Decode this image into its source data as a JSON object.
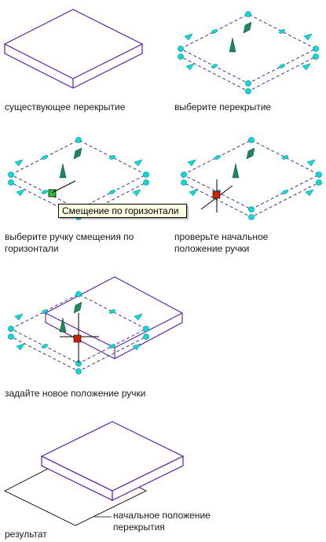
{
  "captions": {
    "existing_slab": "существующее перекрытие",
    "select_slab": "выберите перекрытие",
    "select_offset_grip": "выберите ручку смещения по горизонтали",
    "check_grip_start": "проверьте начальное положение ручки",
    "set_new_grip": "задайте новое положение ручки",
    "result": "результат",
    "original_slab_position": "начальное положение перекрытия"
  },
  "tooltip": "Смещение по горизонтали",
  "colors": {
    "slab_outline": "#5a1fa0",
    "dashed_outline": "#3a2fb0",
    "grip_cyan": "#00dede",
    "grip_green": "#1a8a5a",
    "grip_selected": "#d02000",
    "tooltip_bg": "#ffffe1"
  }
}
